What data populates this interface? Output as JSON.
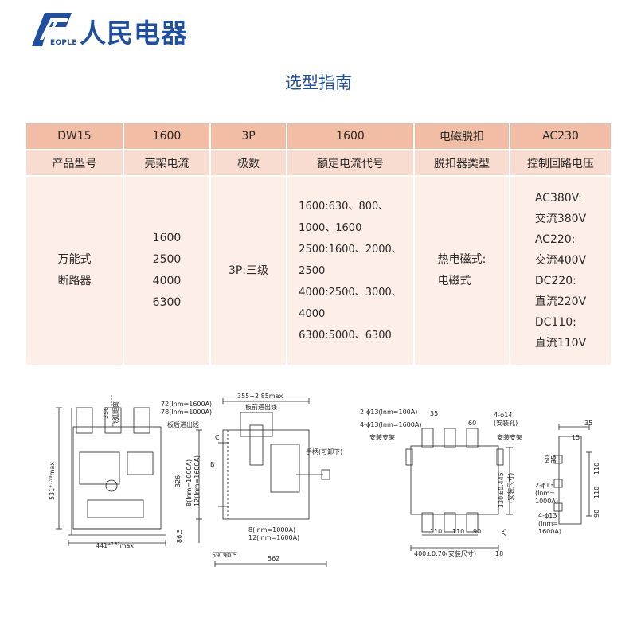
{
  "brand": {
    "name_cn": "人民电器",
    "name_en": "EOPLE",
    "logo_color": "#1f4f9e"
  },
  "title": "选型指南",
  "table": {
    "row1": [
      "DW15",
      "1600",
      "3P",
      "1600",
      "电磁脱扣",
      "AC230"
    ],
    "row2": [
      "产品型号",
      "壳架电流",
      "极数",
      "额定电流代号",
      "脱扣器类型",
      "控制回路电压"
    ],
    "row3": {
      "product": [
        "万能式",
        "断路器"
      ],
      "frame_current": [
        "1600",
        "2500",
        "4000",
        "6300"
      ],
      "poles": "3P:三级",
      "rated_current": [
        "1600:630、800、",
        "1000、1600",
        "2500:1600、2000、",
        "2500",
        "4000:2500、3000、",
        "4000",
        "6300:5000、6300"
      ],
      "trip_type": [
        "热电磁式:",
        "电磁式"
      ],
      "control_voltage": [
        "AC380V:",
        "交流380V",
        "AC220:",
        "交流400V",
        "DC220:",
        "直流220V",
        "DC110:",
        "直流110V"
      ]
    },
    "colors": {
      "header": "#f1bda4",
      "subheader": "#f8dccf",
      "body": "#fdeee8"
    }
  },
  "drawings": {
    "front": {
      "w": "441",
      "w_tol": "+2.82",
      "w_suffix": "max",
      "h": "531",
      "h_tol": "+1.99",
      "h_suffix": "max",
      "flyarc_val": "350",
      "flyarc_label": "飞弧距离"
    },
    "side": {
      "top_width": "355+2.85max",
      "l72": "72(Inm=1600A)",
      "l78": "78(Inm=1000A)",
      "front_bus": "板前进出线",
      "back_bus": "板后进出线",
      "c": "C",
      "b": "B",
      "h326": "326",
      "h86": "86.5",
      "l8a": "8(Inm=1000A)",
      "l12a": "12(Inm=1600A)",
      "handle": "手柄(可卸下)",
      "l8b": "8(Inm=1000A)",
      "l12b": "12(Inm=1600A)",
      "d59": "59",
      "d90": "90.5",
      "d562": "562"
    },
    "mount": {
      "h1": "2-ϕ13(Inm=100A)",
      "h2": "4-ϕ13(Inm=1600A)",
      "d35": "35",
      "d60": "60",
      "h3": "4-ϕ14",
      "h3b": "(安装孔)",
      "bracket_l": "安装支架",
      "bracket_r": "安装支架",
      "d110a": "110",
      "d110b": "110",
      "d90": "90",
      "v330": "330±0.445",
      "v330b": "(安装尺寸)",
      "v25": "25",
      "w400": "400±0.70(安装尺寸)",
      "d18": "18"
    },
    "detail": {
      "d35": "35",
      "d15": "15",
      "v60": "60",
      "v35": "35",
      "v110a": "110",
      "v110b": "110",
      "v90": "90",
      "h2a": "2-ϕ13",
      "h2b": "(Inm=",
      "h2c": "1000A)",
      "h4a": "4-ϕ13",
      "h4b": "(Inm=",
      "h4c": "1600A)"
    }
  }
}
